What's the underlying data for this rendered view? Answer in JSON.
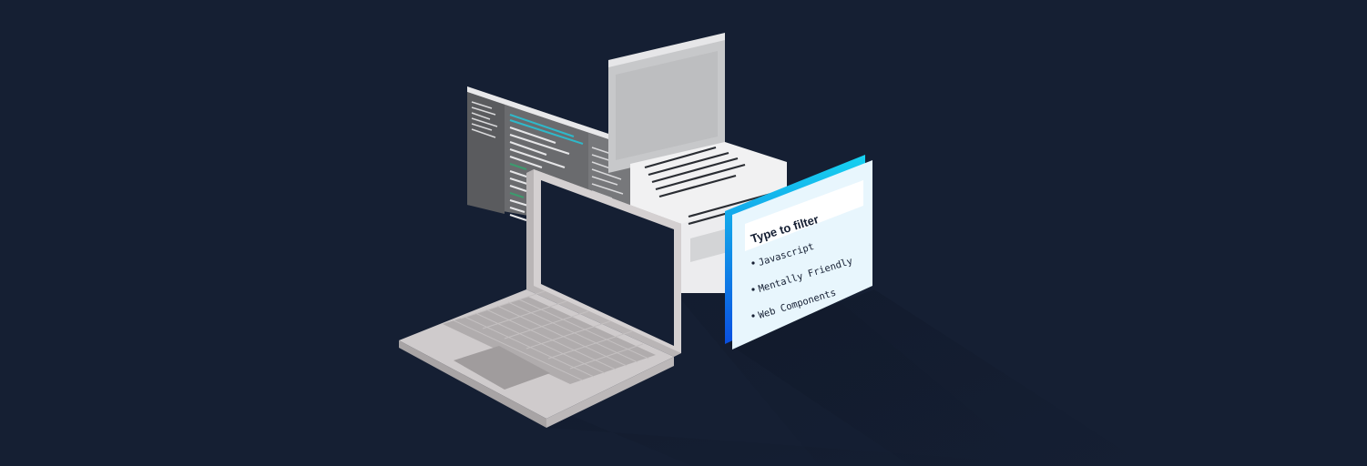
{
  "filter_card": {
    "heading": "Type to filter",
    "items": [
      {
        "label": "Javascript"
      },
      {
        "label": "Mentally Friendly"
      },
      {
        "label": "Web Components"
      }
    ]
  },
  "colors": {
    "background": "#151f33",
    "editor_dark": "#5f6063",
    "editor_panel": "#717275",
    "code_line": "#e6e6e8",
    "code_accent_cyan": "#2fb8c9",
    "code_accent_green": "#3c9b6e",
    "card_face": "#e8f6fd",
    "card_accent": "#0a7cff",
    "card_accent_light": "#17d2f0",
    "laptop_body": "#c9c5c6",
    "laptop_screen": "#151f33",
    "keyboard": "#b0acad",
    "doc_paper": "#f1f1f2",
    "doc_gray": "#c7c8ca"
  },
  "icons": [
    "bullet-icon"
  ]
}
